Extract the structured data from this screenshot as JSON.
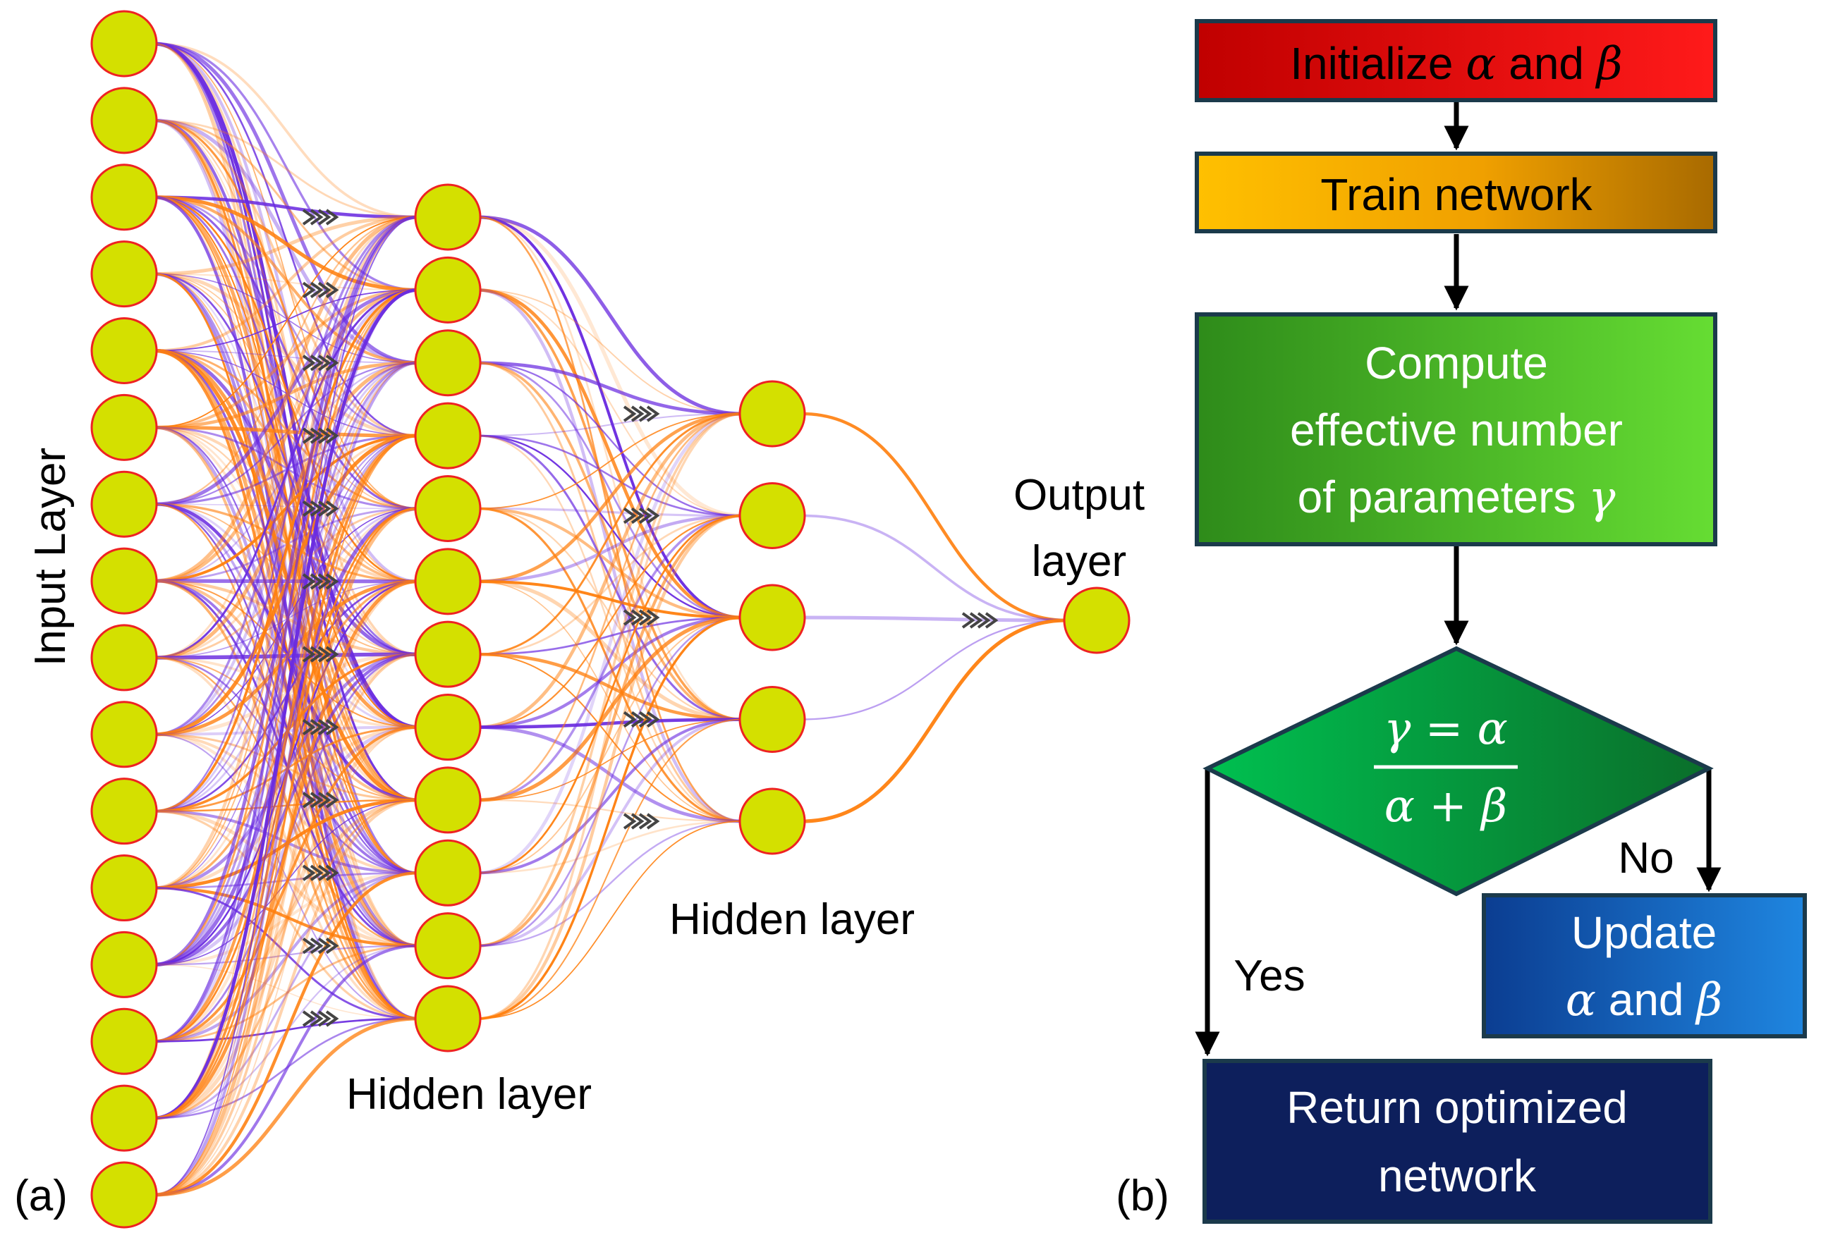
{
  "panel_a": {
    "label": "(a)",
    "input_layer_label": "Input Layer",
    "hidden_layer_1_label": "Hidden layer",
    "hidden_layer_2_label": "Hidden layer",
    "output_layer_label_line1": "Output",
    "output_layer_label_line2": "layer",
    "layers": [
      {
        "name": "input",
        "nodes": 16
      },
      {
        "name": "hidden-1",
        "nodes": 12
      },
      {
        "name": "hidden-2",
        "nodes": 5
      },
      {
        "name": "output",
        "nodes": 1
      }
    ],
    "colors": {
      "node_fill": "#d4e000",
      "node_stroke": "#ee2222",
      "edge_orange": "#ff7f0e",
      "edge_purple": "#6a2be0",
      "arrow": "#444444"
    }
  },
  "panel_b": {
    "label": "(b)",
    "step_initialize": {
      "prefix": "Initialize ",
      "alpha": "α",
      "middle": " and ",
      "beta": "β"
    },
    "step_train": "Train network",
    "step_compute_line1": "Compute",
    "step_compute_line2": "effective number",
    "step_compute_line3": "of parameters ",
    "step_compute_gamma": "γ",
    "decision_numerator": "γ = α",
    "decision_denominator": "α + β",
    "branch_no": "No",
    "branch_yes": "Yes",
    "step_update_line1": "Update",
    "step_update_line2": {
      "alpha": "α",
      "middle": " and ",
      "beta": "β"
    },
    "step_return_line1": "Return optimized",
    "step_return_line2": "network",
    "colors": {
      "init_fill_start": "#c00000",
      "init_fill_end": "#ff1a1a",
      "train_fill_start": "#ffc000",
      "train_fill_end": "#b07000",
      "compute_fill_start": "#2e8b1a",
      "compute_fill_end": "#66dd33",
      "decision_fill_start": "#00c050",
      "decision_fill_end": "#0a6e2a",
      "update_fill_start": "#0b3d91",
      "update_fill_end": "#1f7fd8",
      "return_fill": "#0d1f5c",
      "box_border": "#1b3a4b"
    }
  }
}
